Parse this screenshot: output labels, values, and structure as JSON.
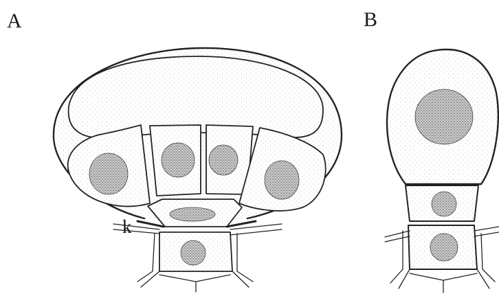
{
  "panels": [
    {
      "label": "A"
    },
    {
      "label": "B"
    }
  ],
  "annotations": [
    {
      "label": "k"
    }
  ]
}
